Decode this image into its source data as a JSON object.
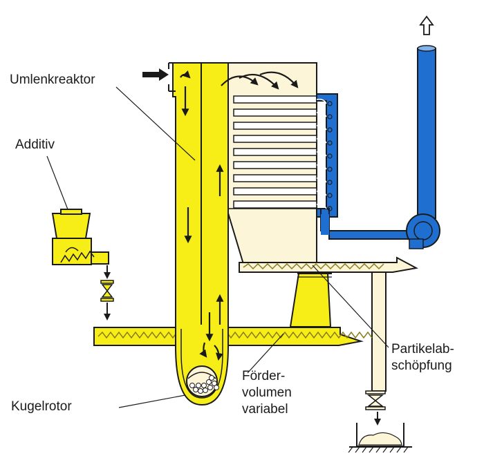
{
  "labels": {
    "umlenkreaktor": "Umlenkreaktor",
    "additiv": "Additiv",
    "kugelrotor": "Kugelrotor",
    "foerder_line1": "Förder-",
    "foerder_line2": "volumen",
    "foerder_line3": "variabel",
    "partikel_line1": "Partikelab-",
    "partikel_line2": "schöpfung"
  },
  "colors": {
    "reactor_yellow": "#f7ee17",
    "cream": "#fcf5d7",
    "duct_blue": "#1f6fd1",
    "outline": "#1a1a1a",
    "screw": "#8a7d1a"
  }
}
